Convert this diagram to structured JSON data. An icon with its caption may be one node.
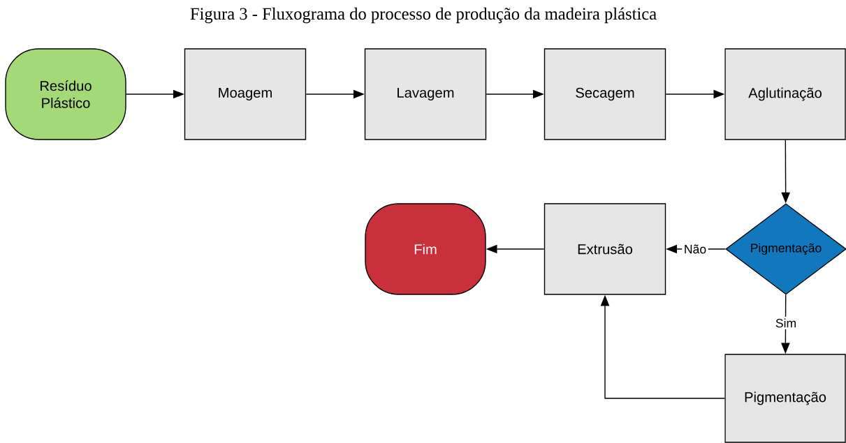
{
  "diagram": {
    "title": "Figura 3 - Fluxograma do processo de produção da madeira plástica",
    "nodes": [
      {
        "text": [
          "Resíduo Plástico"
        ]
      },
      {
        "text": [
          "Moagem"
        ]
      },
      {
        "text": [
          "Lavagem"
        ]
      },
      {
        "text": [
          "Secagem"
        ]
      },
      {
        "text": [
          "Aglutinação"
        ]
      },
      {
        "text": [
          "Pigmentação"
        ]
      },
      {
        "text": [
          "Extrusão"
        ]
      },
      {
        "text": [
          "Fim"
        ]
      },
      {
        "text": [
          "Pigmentação"
        ]
      }
    ],
    "edges": [
      {
        "from": 0,
        "to": 1,
        "arrow": "to"
      },
      {
        "from": 1,
        "to": 2,
        "arrow": "to"
      },
      {
        "from": 2,
        "to": 3,
        "arrow": "to"
      },
      {
        "from": 3,
        "to": 4,
        "arrow": "to"
      },
      {
        "from": 4,
        "to": 5,
        "arrow": "to"
      },
      {
        "from": 5,
        "to": 6,
        "arrow": "to",
        "label": "Não"
      },
      {
        "from": 6,
        "to": 7,
        "arrow": "to"
      },
      {
        "from": 5,
        "to": 8,
        "arrow": "to",
        "label": "Sim"
      },
      {
        "from": 8,
        "to": 6,
        "arrow": "to"
      }
    ]
  }
}
